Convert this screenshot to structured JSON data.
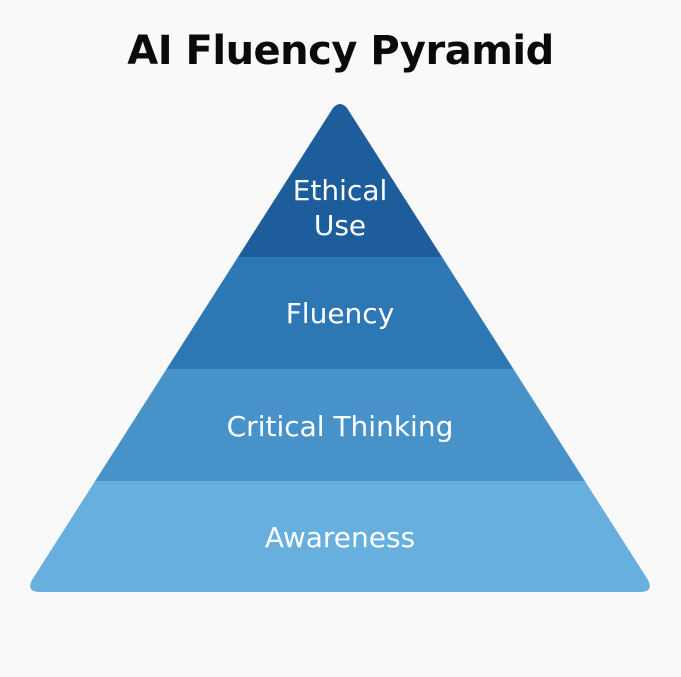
{
  "title": "AI Fluency Pyramid",
  "tiers": [
    {
      "lines": [
        "Ethical",
        "Use"
      ],
      "color": "#1e5d9c"
    },
    {
      "lines": [
        "Fluency"
      ],
      "color": "#2d77b5"
    },
    {
      "lines": [
        "Critical Thinking"
      ],
      "color": "#4692c9"
    },
    {
      "lines": [
        "Awareness"
      ],
      "color": "#66afde"
    }
  ]
}
